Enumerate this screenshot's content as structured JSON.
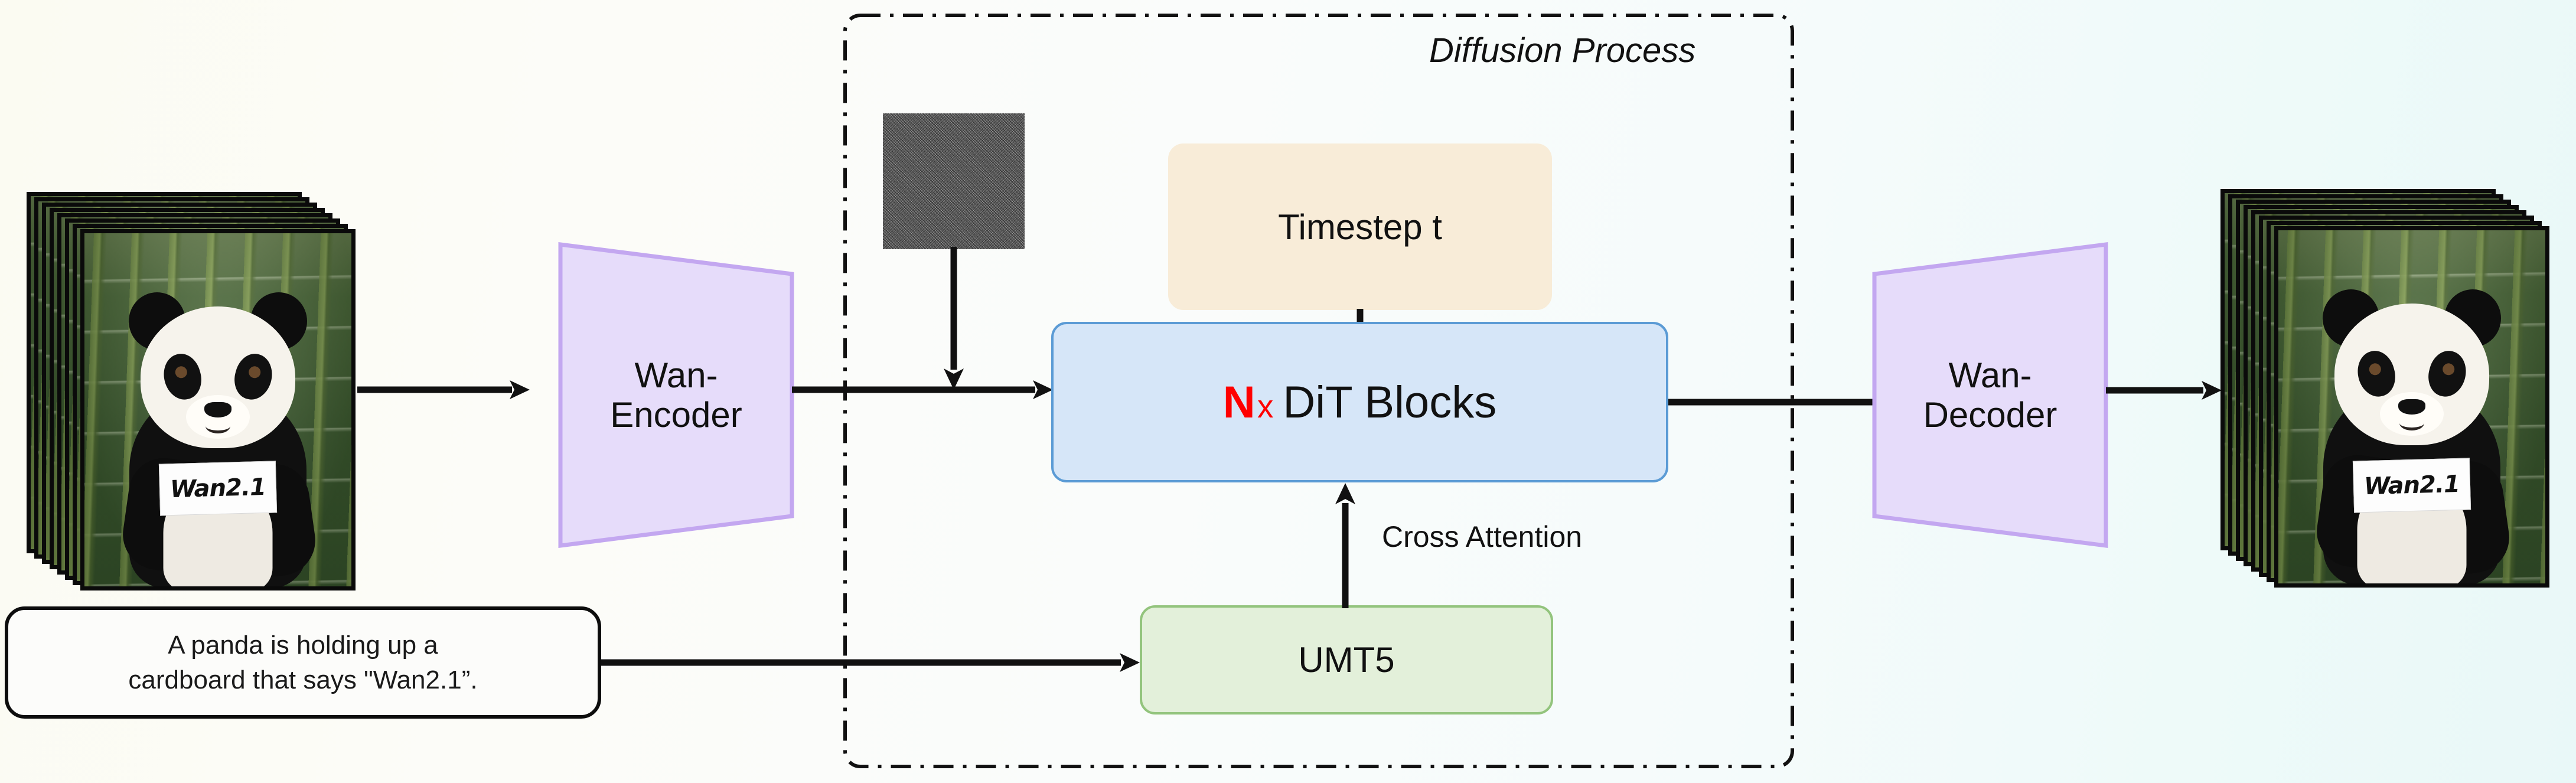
{
  "diagram": {
    "title": "Wan2.1 text-to-video diffusion pipeline",
    "container": {
      "label": "Diffusion Process"
    },
    "nodes": {
      "input_video_stack": {
        "name": "input video frames",
        "sign_text": "Wan2.1"
      },
      "output_video_stack": {
        "name": "output video frames",
        "sign_text": "Wan2.1"
      },
      "noise_patch": {
        "name": "gaussian noise latent"
      },
      "encoder": {
        "line1": "Wan-",
        "line2": "Encoder"
      },
      "decoder": {
        "line1": "Wan-",
        "line2": "Decoder"
      },
      "timestep": {
        "label": "Timestep t"
      },
      "dit": {
        "count": "N",
        "multiply": "x",
        "label": "DiT Blocks"
      },
      "umt5": {
        "label": "UMT5"
      },
      "prompt": {
        "line1": "A panda is holding up a",
        "line2": "cardboard that says \"Wan2.1”."
      }
    },
    "edges": {
      "cross_attention": {
        "label": "Cross Attention"
      }
    },
    "colors": {
      "vae_fill": "#e6dcfa",
      "vae_stroke": "#c3a7f0",
      "dit_fill": "#d6e6f8",
      "dit_stroke": "#5b9bd5",
      "timestep_fill": "#f8ecd8",
      "umt5_fill": "#e3f0da",
      "umt5_stroke": "#93c47d",
      "accent_red": "#ff0000",
      "arrow": "#111111",
      "bg_left": "#fbfbf2",
      "bg_right": "#e9f8f8"
    }
  }
}
